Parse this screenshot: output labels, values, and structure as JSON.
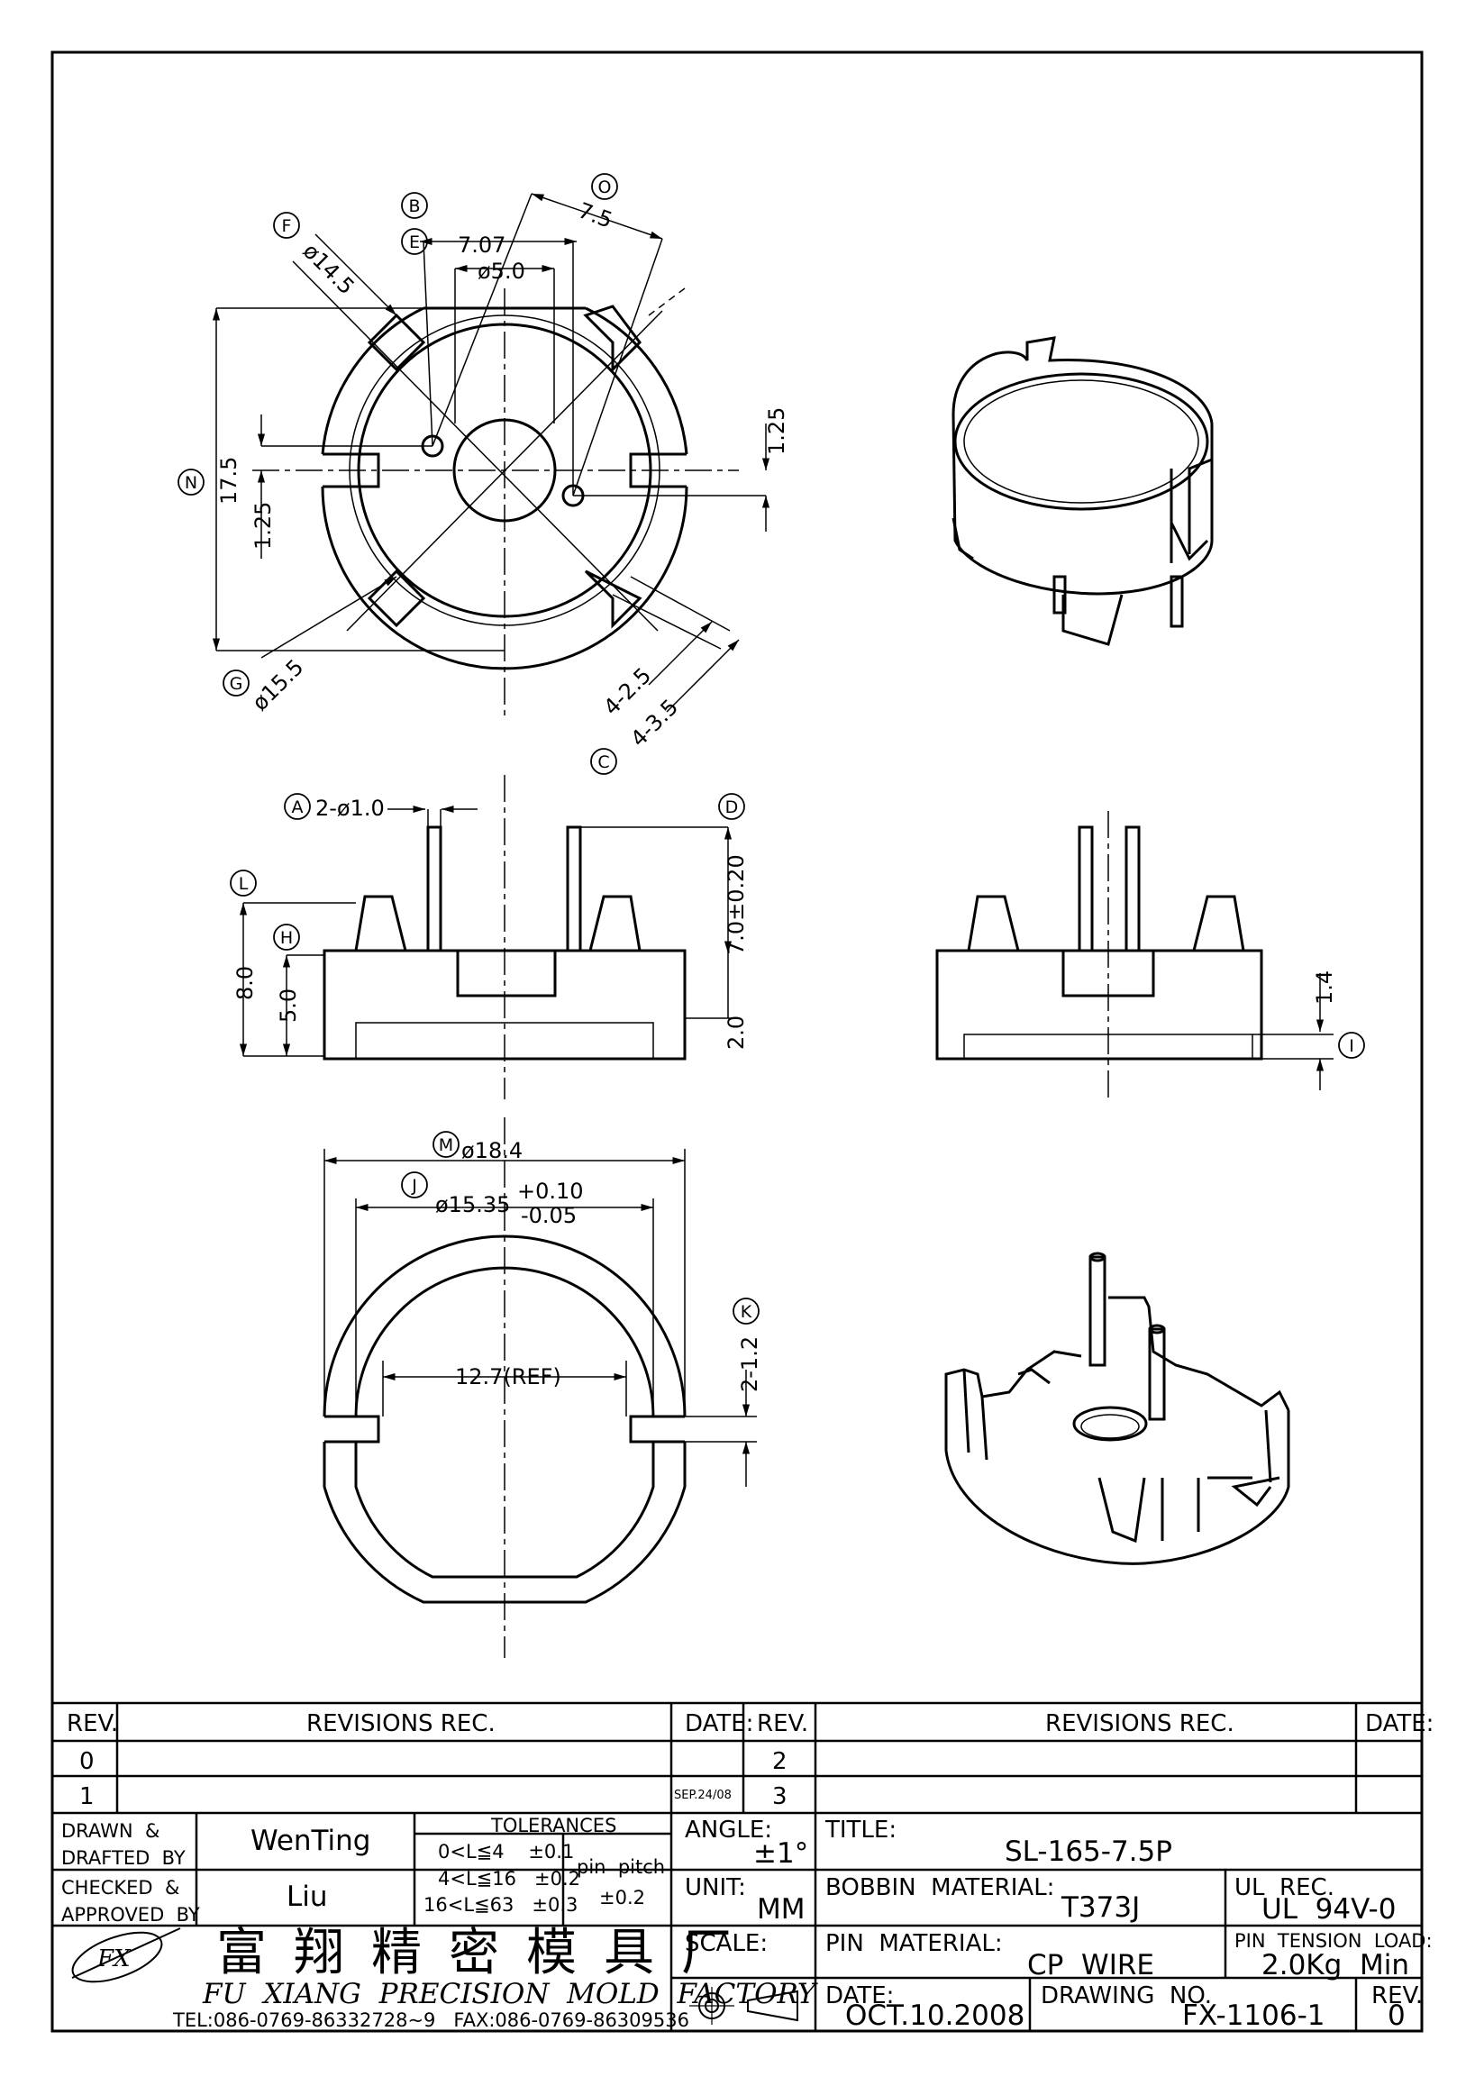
{
  "dims": {
    "phi_14_5": "ø14.5",
    "seven_07": "7.07",
    "phi_5_0": "ø5.0",
    "seven_5": "7.5",
    "one_25_right": "1.25",
    "seventeen_5": "17.5",
    "one_25_left": "1.25",
    "phi_15_5": "ø15.5",
    "four_2_5": "4-2.5",
    "four_3_5": "4-3.5",
    "pin_dia": "2-ø1.0",
    "pin_len": "7.0±0.20",
    "eight_0": "8.0",
    "five_0": "5.0",
    "two_0": "2.0",
    "one_4": "1.4",
    "phi_18_4": "ø18.4",
    "phi_15_35": "ø15.35",
    "tol_plus": "+0.10",
    "tol_minus": "-0.05",
    "twelve_7": "12.7(REF)",
    "two_1_2": "2-1.2"
  },
  "balloons": {
    "A": "A",
    "B": "B",
    "C": "C",
    "D": "D",
    "E": "E",
    "F": "F",
    "G": "G",
    "H": "H",
    "I": "I",
    "J": "J",
    "K": "K",
    "L": "L",
    "M": "M",
    "N": "N",
    "O": "O"
  },
  "title_block": {
    "rev_header": "REV.",
    "revisions_header": "REVISIONS   REC.",
    "date_header": "DATE:",
    "rev_header2": "REV.",
    "revisions_header2": "REVISIONS   REC.",
    "date_header2": "DATE:",
    "rev0": "0",
    "rev1": "1",
    "rev2": "2",
    "rev3": "3",
    "rev1_date": "SEP.24/08",
    "drawn_label": "DRAWN  &\nDRAFTED  BY",
    "drawn_value": "WenTing",
    "checked_label": "CHECKED  &\nAPPROVED  BY",
    "checked_value": "Liu",
    "tolerances_label": "TOLERANCES",
    "tol1": "0<L≦4    ±0.1",
    "tol2": "4<L≦16   ±0.2",
    "tol3": "16<L≦63   ±0.3",
    "pin_pitch_label": "pin  pitch",
    "pin_pitch_value": "±0.2",
    "angle_label": "ANGLE:",
    "angle_value": "±1°",
    "unit_label": "UNIT:",
    "unit_value": "MM",
    "scale_label": "SCALE:",
    "title_label": "TITLE:",
    "title_value": "SL-165-7.5P",
    "bobbin_label": "BOBBIN  MATERIAL:",
    "bobbin_value": "T373J",
    "ul_label": "UL  REC.",
    "ul_value": "UL  94V-0",
    "pin_mat_label": "PIN  MATERIAL:",
    "pin_mat_value": "CP  WIRE",
    "tension_label": "PIN  TENSION  LOAD:",
    "tension_value": "2.0Kg  Min",
    "date_label": "DATE:",
    "date_value": "OCT.10.2008",
    "drawing_no_label": "DRAWING  NO.",
    "drawing_no_value": "FX-1106-1",
    "rev_label": "REV.",
    "rev_value": "0",
    "company_cn": "富翔精密模具厂",
    "company_en": "FU  XIANG  PRECISION  MOLD  FACTORY",
    "company_tel": "TEL:086-0769-86332728~9   FAX:086-0769-86309536",
    "logo_text": "FX"
  }
}
